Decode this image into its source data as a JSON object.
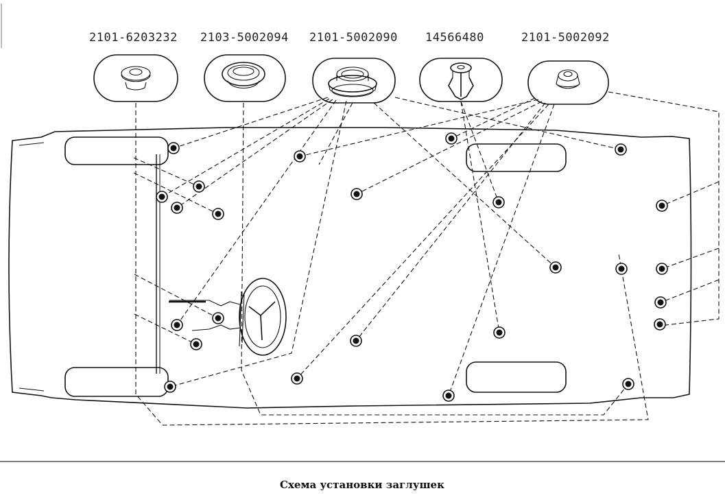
{
  "parts": [
    {
      "id": "p1",
      "number": "2101-6203232"
    },
    {
      "id": "p2",
      "number": "2103-5002094"
    },
    {
      "id": "p3",
      "number": "2101-5002090"
    },
    {
      "id": "p4",
      "number": "14566480"
    },
    {
      "id": "p5",
      "number": "2101-5002092"
    }
  ],
  "caption": "Схема установки заглушек",
  "colors": {
    "ink": "#111111",
    "background": "#ffffff"
  }
}
